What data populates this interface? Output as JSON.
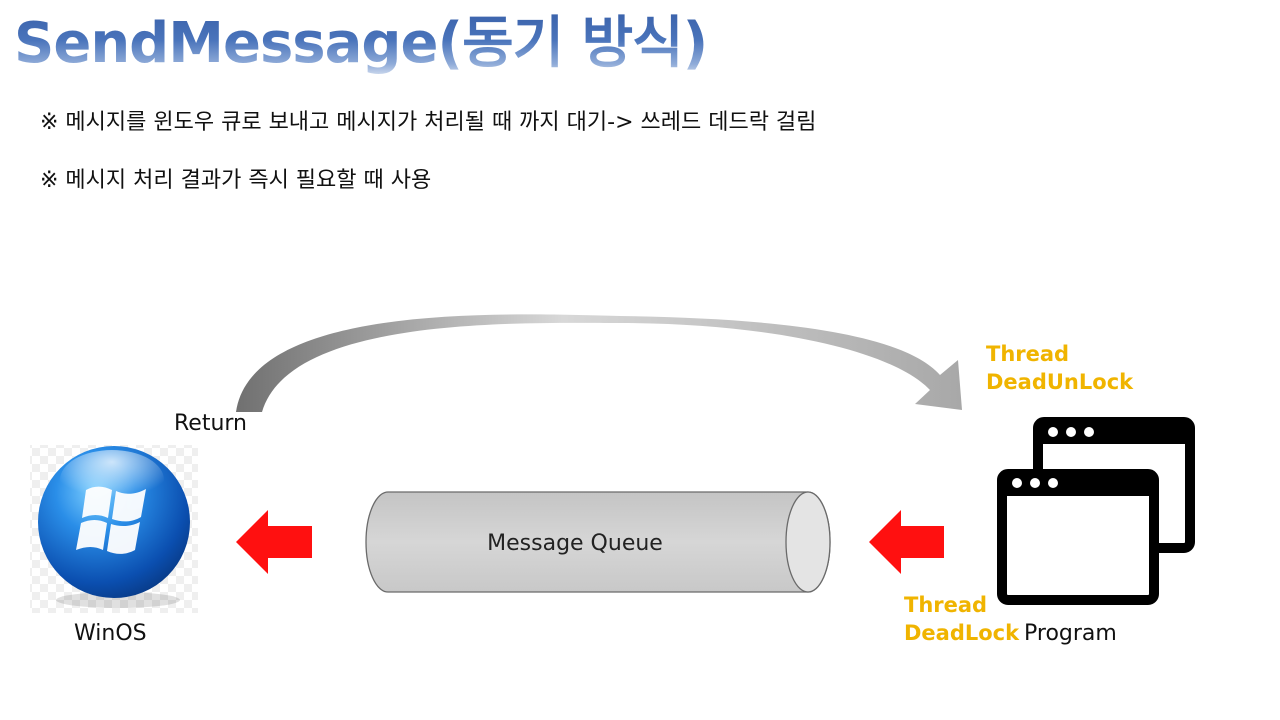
{
  "title": "SendMessage(동기 방식)",
  "notes": [
    "※ 메시지를 윈도우 큐로 보내고 메시지가 처리될 때 까지 대기-> 쓰레드 데드락 걸림",
    "※ 메시지 처리 결과가 즉시 필요할 때 사용"
  ],
  "diagram": {
    "return_label": "Return",
    "winos_label": "WinOS",
    "queue_label": "Message Queue",
    "program_label": "Program",
    "deadunlock": [
      "Thread",
      "DeadUnLock"
    ],
    "deadlock": [
      "Thread",
      "DeadLock"
    ]
  },
  "colors": {
    "title_blue": "#3a63ad",
    "warning_text": "#f0b400",
    "arrow_red": "#ff1010",
    "queue_fill": "#d0d0d0",
    "return_arrow": "#9a9a9a"
  }
}
